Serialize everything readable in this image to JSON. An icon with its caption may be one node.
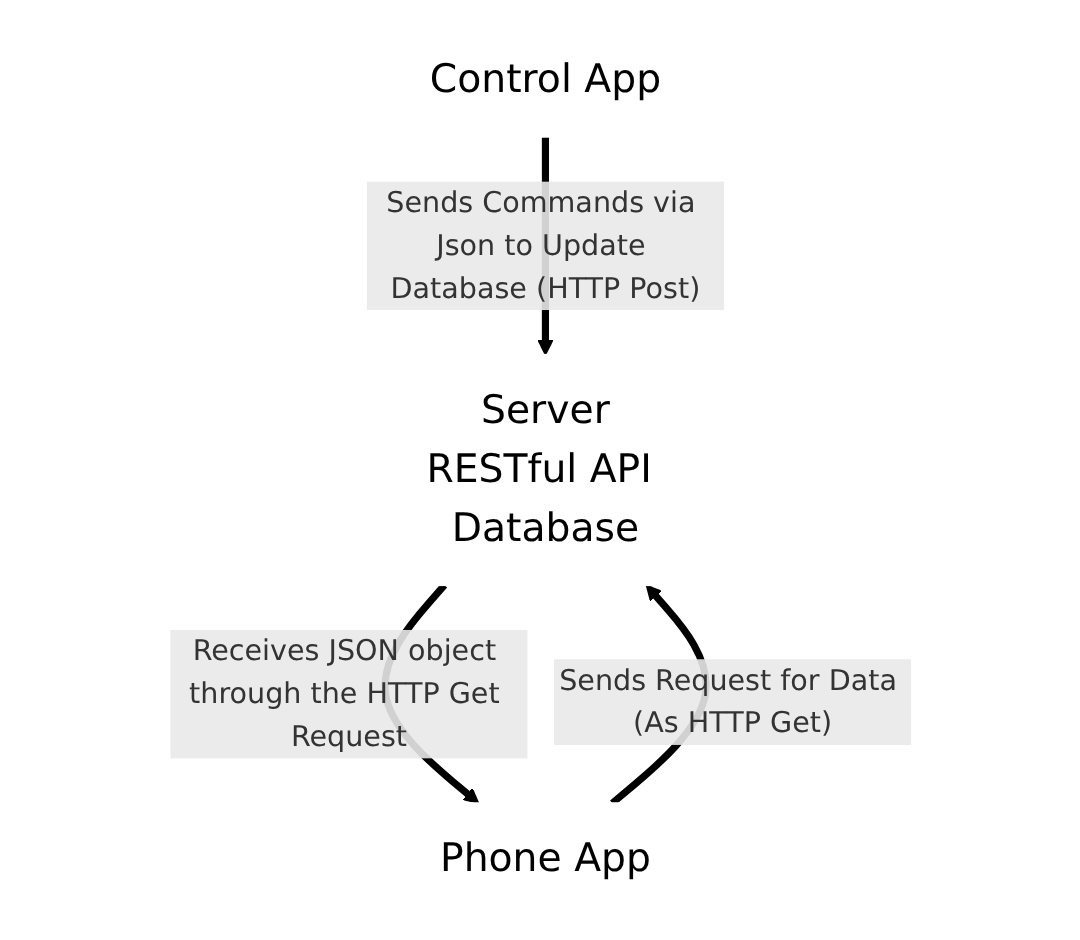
{
  "diagram": {
    "nodes": [
      {
        "text": [
          "Control App"
        ]
      },
      {
        "text": [
          "Server",
          "RESTful API Database"
        ]
      },
      {
        "text": [
          "Phone App"
        ]
      }
    ],
    "edges": [
      {
        "from": 0,
        "to": 1,
        "arrow": "to",
        "label": "Sends Commands via Json to Update Database (HTTP Post)"
      },
      {
        "from": 2,
        "to": 1,
        "arrow": "to",
        "label": "Sends Request for Data (As HTTP Get)"
      },
      {
        "from": 1,
        "to": 2,
        "arrow": "to",
        "label": "Receives JSON object through the HTTP Get Request"
      }
    ]
  }
}
